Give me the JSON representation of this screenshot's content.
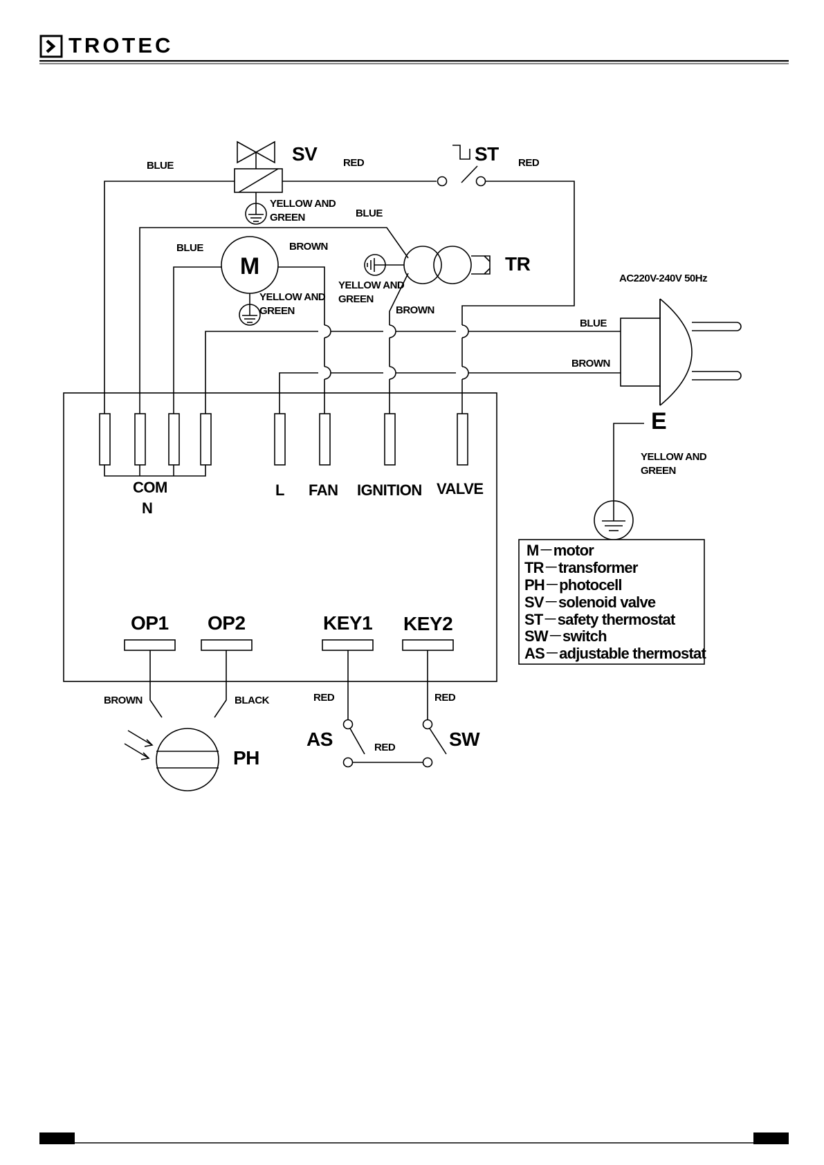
{
  "header": {
    "brand": "TROTEC"
  },
  "components": {
    "sv": "SV",
    "st": "ST",
    "motor": "M",
    "tr": "TR",
    "ph": "PH",
    "as": "AS",
    "sw": "SW",
    "earth": "E"
  },
  "wire_labels": {
    "blue_sv": "BLUE",
    "red_sv": "RED",
    "red_st": "RED",
    "yg_sv_1": "YELLOW AND",
    "yg_sv_2": "GREEN",
    "blue_tr": "BLUE",
    "blue_m": "BLUE",
    "brown_m": "BROWN",
    "yg_m_1": "YELLOW AND",
    "yg_m_2": "GREEN",
    "yg_tr_1": "YELLOW AND",
    "yg_tr_2": "GREEN",
    "brown_tr": "BROWN",
    "supply": "AC220V-240V 50Hz",
    "blue_plug": "BLUE",
    "brown_plug": "BROWN",
    "yg_e_1": "YELLOW AND",
    "yg_e_2": "GREEN",
    "brown_ph": "BROWN",
    "black_ph": "BLACK",
    "red_key1": "RED",
    "red_key2": "RED",
    "red_switch": "RED"
  },
  "terminals": {
    "com_1": "COM",
    "com_2": "N",
    "l": "L",
    "fan": "FAN",
    "ignition": "IGNITION",
    "valve": "VALVE",
    "op1": "OP1",
    "op2": "OP2",
    "key1": "KEY1",
    "key2": "KEY2"
  },
  "legend": [
    {
      "code": "M",
      "sep": "－",
      "desc": "motor"
    },
    {
      "code": "TR",
      "sep": "－",
      "desc": "transformer"
    },
    {
      "code": "PH",
      "sep": "－",
      "desc": "photocell"
    },
    {
      "code": "SV",
      "sep": "－",
      "desc": "solenoid valve"
    },
    {
      "code": "ST",
      "sep": "－",
      "desc": "safety thermostat"
    },
    {
      "code": "SW",
      "sep": "－",
      "desc": "switch"
    },
    {
      "code": "AS",
      "sep": "－",
      "desc": "adjustable thermostat"
    }
  ]
}
